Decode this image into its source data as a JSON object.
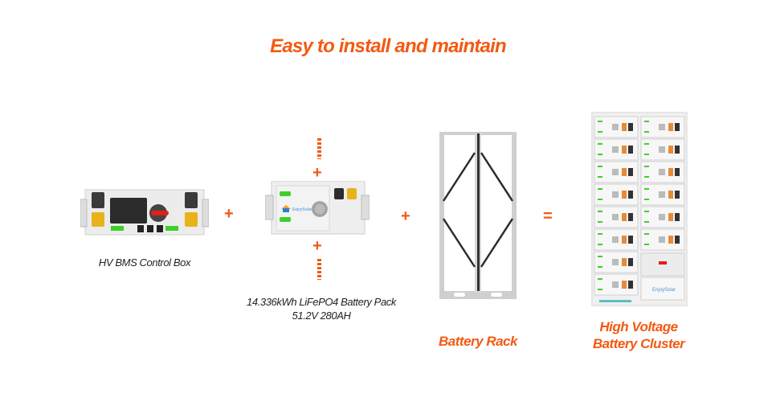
{
  "title": "Easy to install and maintain",
  "operators": {
    "plus": "+",
    "equals": "="
  },
  "items": [
    {
      "caption": "HV BMS Control Box"
    },
    {
      "caption_line1": "14.336kWh LiFePO4 Battery Pack",
      "caption_line2": "51.2V 280AH",
      "brand": "EnjoySolar"
    },
    {
      "caption": "Battery Rack"
    },
    {
      "caption_line1": "High Voltage",
      "caption_line2": "Battery Cluster",
      "brand": "EnjoySolar"
    }
  ],
  "colors": {
    "accent": "#f25a12",
    "caption_text": "#222222",
    "connector_green": "#3fcf2a",
    "connector_yellow": "#e8b21a",
    "switch_red": "#e0201a"
  }
}
